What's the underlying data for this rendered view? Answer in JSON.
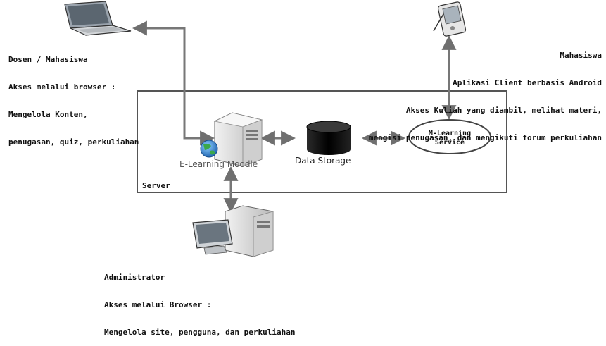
{
  "diagram": {
    "actors": {
      "dosen": {
        "lines": [
          "Dosen / Mahasiswa",
          "Akses melalui browser :",
          "Mengelola Konten,",
          "penugasan, quiz, perkuliahan"
        ],
        "icon": "laptop-icon"
      },
      "mahasiswa": {
        "lines": [
          "Mahasiswa",
          "Aplikasi Client berbasis Android",
          "Akses Kuliah yang diambil, melihat materi,",
          "mengisi penugasan, dan mengikuti forum perkuliahan"
        ],
        "icon": "pda-icon"
      },
      "administrator": {
        "lines": [
          "Administrator",
          "Akses melalui Browser :",
          "Mengelola site, pengguna, dan perkuliahan"
        ],
        "icon": "desktop-computer-icon"
      }
    },
    "server": {
      "label": "Server",
      "nodes": {
        "moodle": {
          "label": "E-Learning Moodle",
          "icon": "server-tower-icon"
        },
        "storage": {
          "label": "Data Storage",
          "icon": "database-icon"
        },
        "service": {
          "line1": "M-Learning",
          "line2": "Service"
        }
      }
    },
    "colors": {
      "connector": "#7a7a7a",
      "frame": "#555555",
      "database": "#111111",
      "globe": "#2a7fd0"
    }
  }
}
